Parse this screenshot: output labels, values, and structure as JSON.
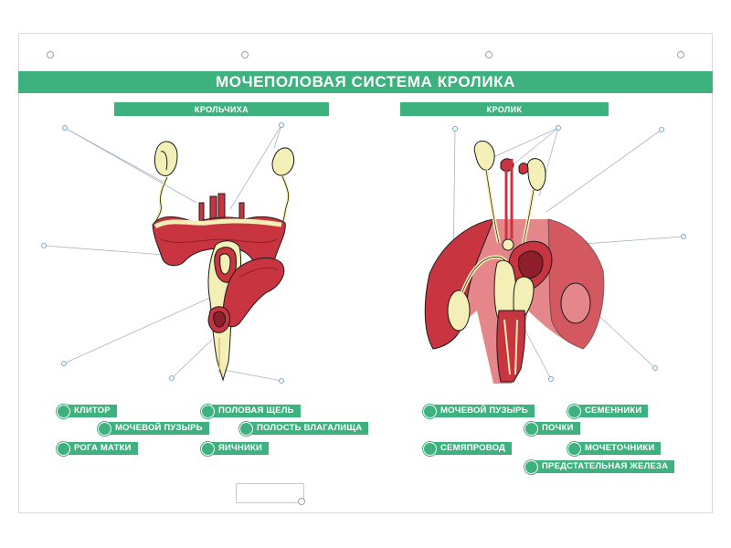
{
  "title": "МОЧЕПОЛОВАЯ СИСТЕМА КРОЛИКА",
  "female": {
    "header": "КРОЛЬЧИХА",
    "labels": [
      "КЛИТОР",
      "МОЧЕВОЙ ПУЗЫРЬ",
      "РОГА МАТКИ",
      "ПОЛОВАЯ ЩЕЛЬ",
      "ПОЛОСТЬ ВЛАГАЛИЩА",
      "ЯИЧНИКИ"
    ]
  },
  "male": {
    "header": "КРОЛИК",
    "labels": [
      "МОЧЕВОЙ ПУЗЫРЬ",
      "СЕМЕННИКИ",
      "ПОЧКИ",
      "СЕМЯПРОВОД",
      "МОЧЕТОЧНИКИ",
      "ПРЕДСТАТЕЛЬНАЯ ЖЕЛЕЗА"
    ]
  },
  "colors": {
    "accent": "#3db17e",
    "organ_red": "#c8343f",
    "organ_dark": "#8e1f2a",
    "organ_pink": "#e4868a",
    "organ_yellow": "#f3efb6",
    "leader_line": "#a9b4c2",
    "leader_dot": "#6fa8dc"
  },
  "icons": [
    "hole-icon",
    "label-marker-icon"
  ]
}
